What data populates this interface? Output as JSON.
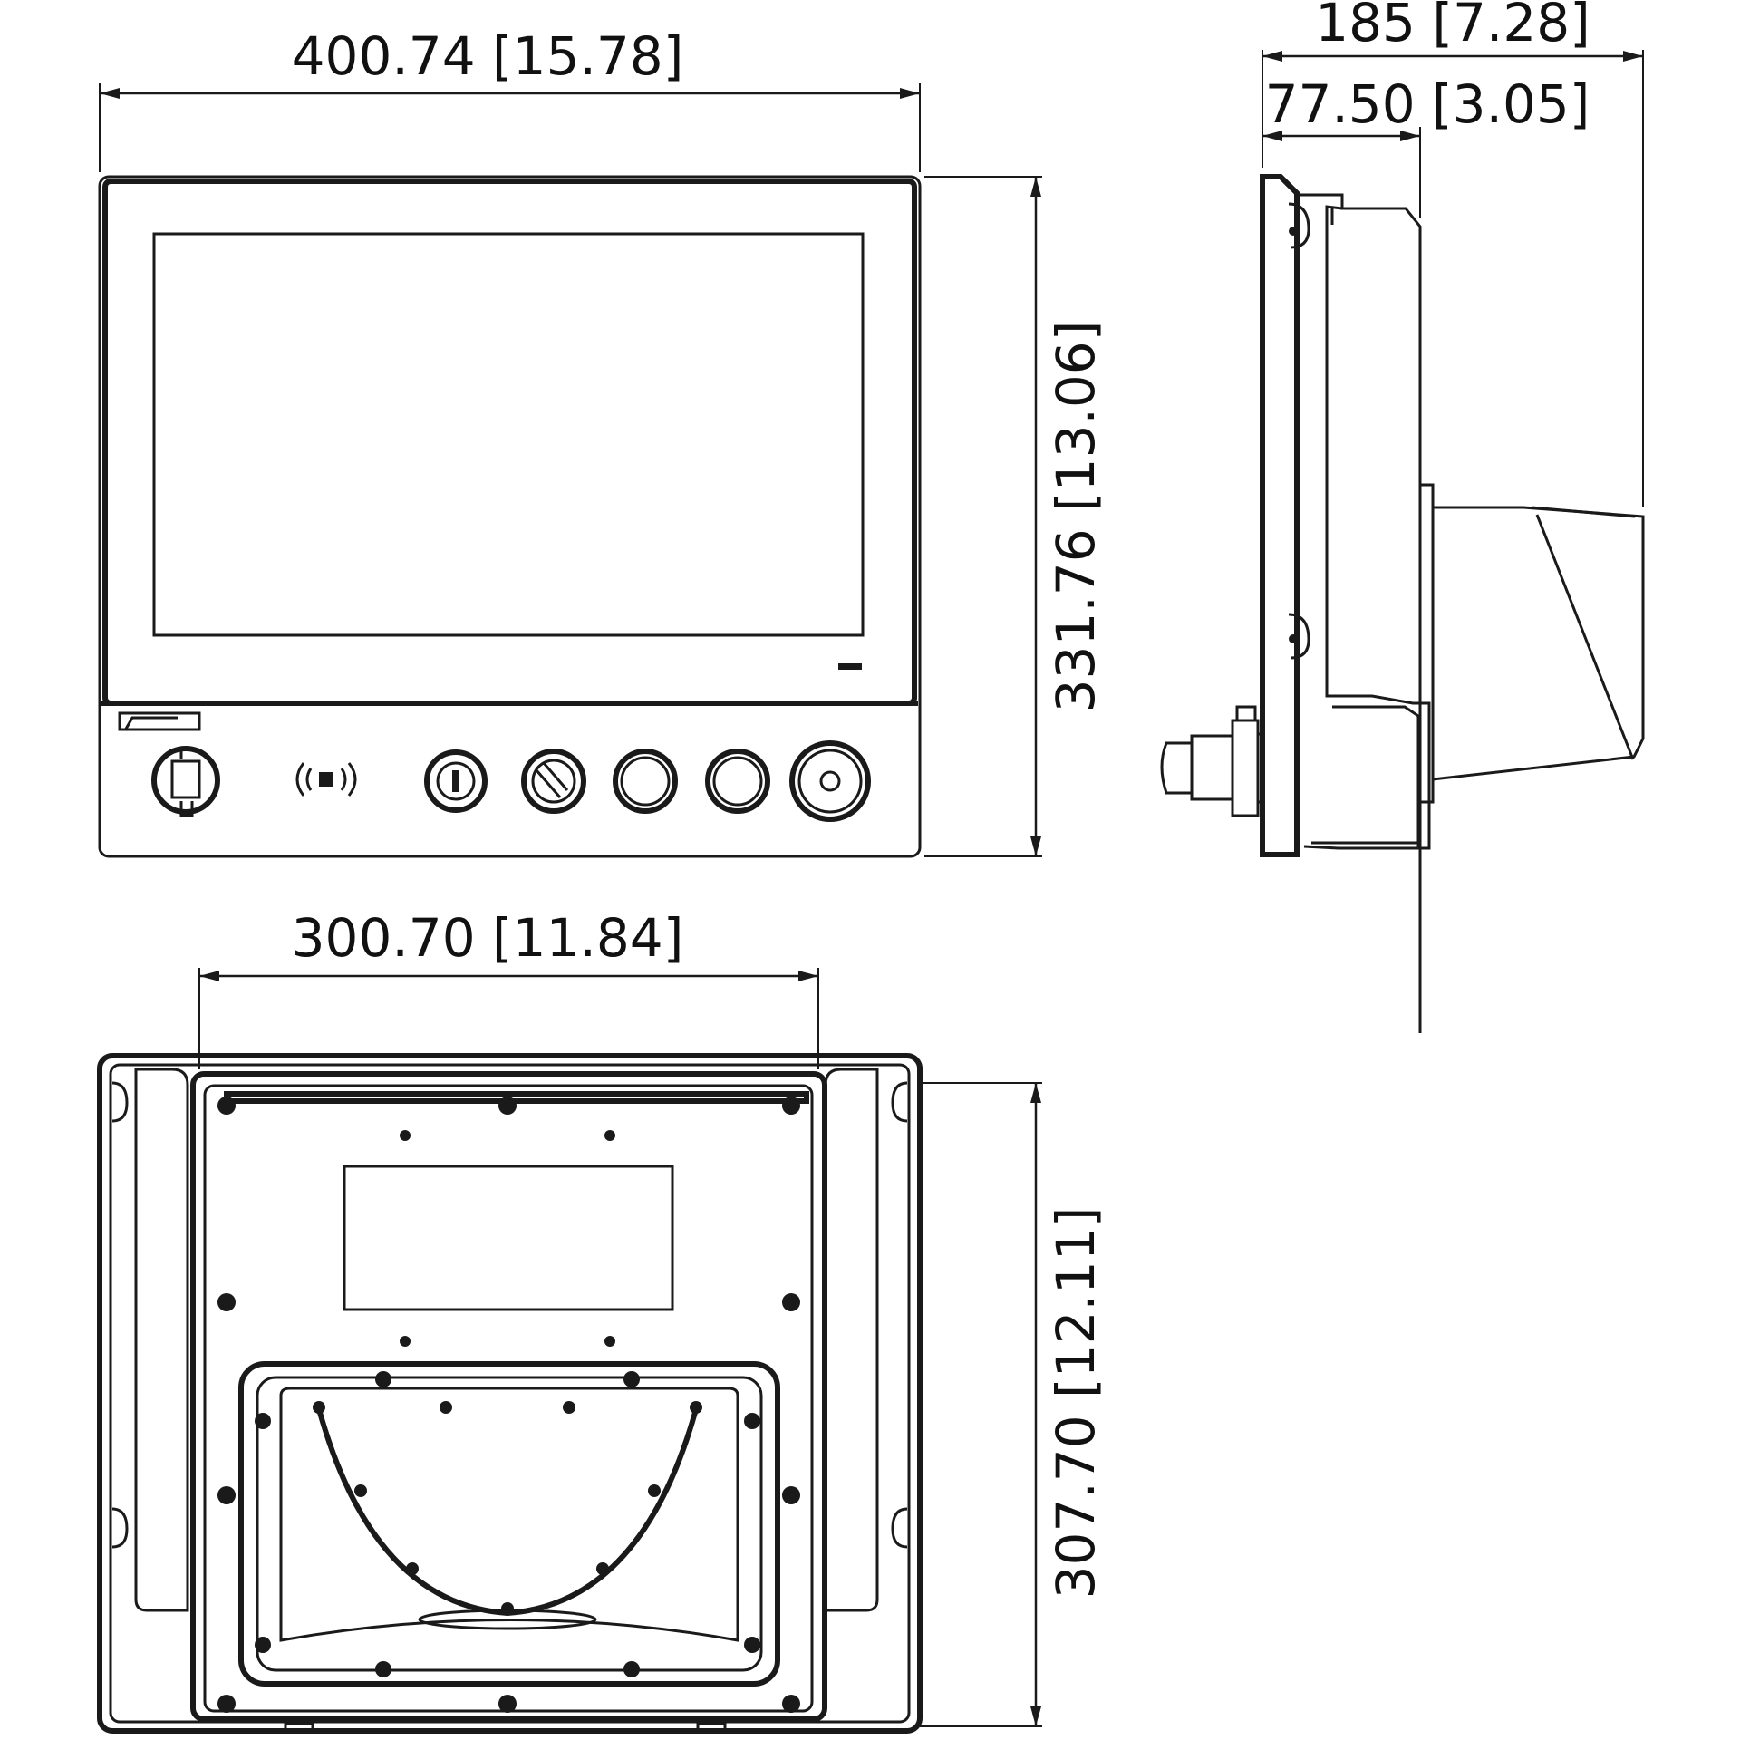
{
  "dimensions": {
    "front_width": "400.74 [15.78]",
    "front_height": "331.76 [13.06]",
    "side_depth_total": "185 [7.28]",
    "side_depth_body": "77.50 [3.05]",
    "rear_cutout_width": "300.70 [11.84]",
    "rear_cutout_height": "307.70 [12.11]"
  },
  "colors": {
    "line": "#1a1a1a",
    "background": "#ffffff"
  },
  "icons": {
    "front_nfc": "nfc-icon",
    "front_usb": "usb-port-icon"
  }
}
